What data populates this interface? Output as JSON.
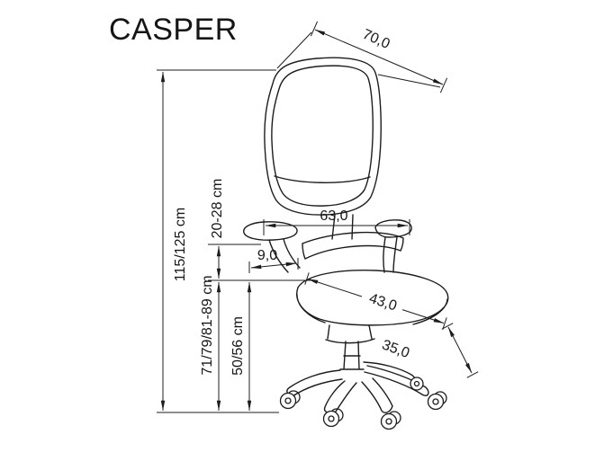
{
  "title": "CASPER",
  "colors": {
    "line": "#1d1d1d",
    "background": "#ffffff",
    "text": "#161616"
  },
  "dimensions": {
    "backrest_top_width": {
      "label": "70,0"
    },
    "overall_height": {
      "label": "115/125 cm"
    },
    "backrest_width": {
      "label": "63,0"
    },
    "armrest_above_seat_range": {
      "label": "20-28 cm"
    },
    "armrest_pad_width": {
      "label": "9,0"
    },
    "seat_depth": {
      "label": "43,0"
    },
    "armrest_height_range": {
      "label": "71/79/81-89 cm"
    },
    "seat_height_range": {
      "label": "50/56 cm"
    },
    "seat_width": {
      "label": "35,0"
    }
  }
}
